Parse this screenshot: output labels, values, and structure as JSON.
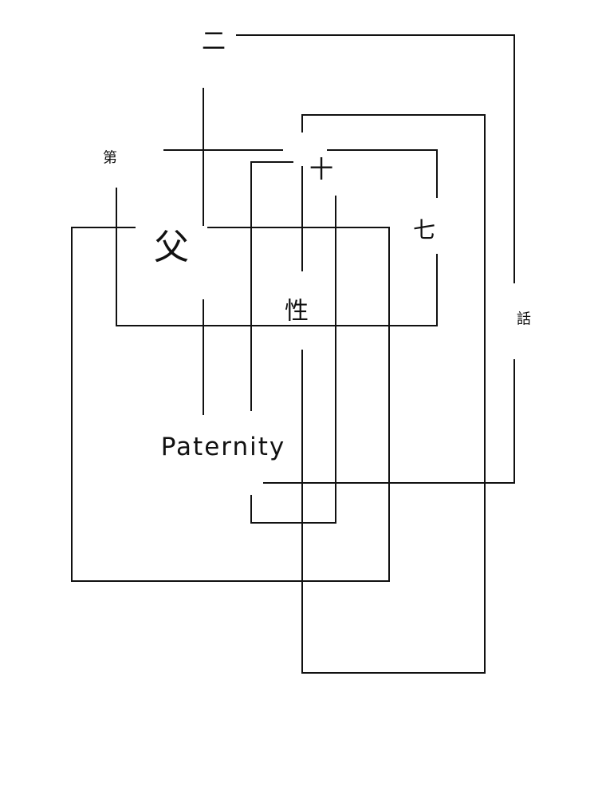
{
  "labels": {
    "ni": "二",
    "wa": "話",
    "dai": "第",
    "juu": "十",
    "shichi": "七",
    "chichi": "父",
    "sei": "性",
    "paternity": "Paternity"
  },
  "colors": {
    "line": "#111111",
    "background": "#ffffff"
  }
}
